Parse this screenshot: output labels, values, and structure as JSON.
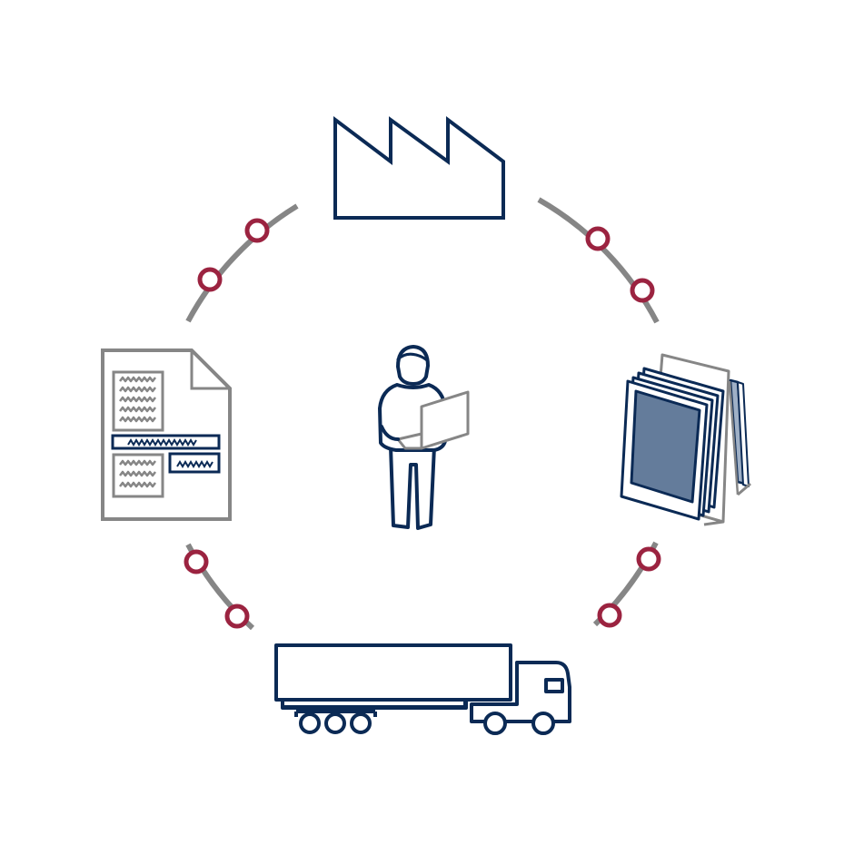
{
  "diagram": {
    "colors": {
      "navy": "#0b2a55",
      "gray": "#868686",
      "ring_connector": "#9b2340",
      "panel_fill": "#647c9b",
      "background": "#ffffff"
    },
    "nodes": [
      {
        "id": "factory",
        "icon": "factory-icon"
      },
      {
        "id": "glass-panels",
        "icon": "glass-panels-icon"
      },
      {
        "id": "truck",
        "icon": "truck-icon"
      },
      {
        "id": "document",
        "icon": "document-icon"
      }
    ],
    "center": {
      "icon": "person-with-laptop-icon"
    },
    "connectors": {
      "icon": "ring-connector-icon",
      "count": 8
    }
  }
}
